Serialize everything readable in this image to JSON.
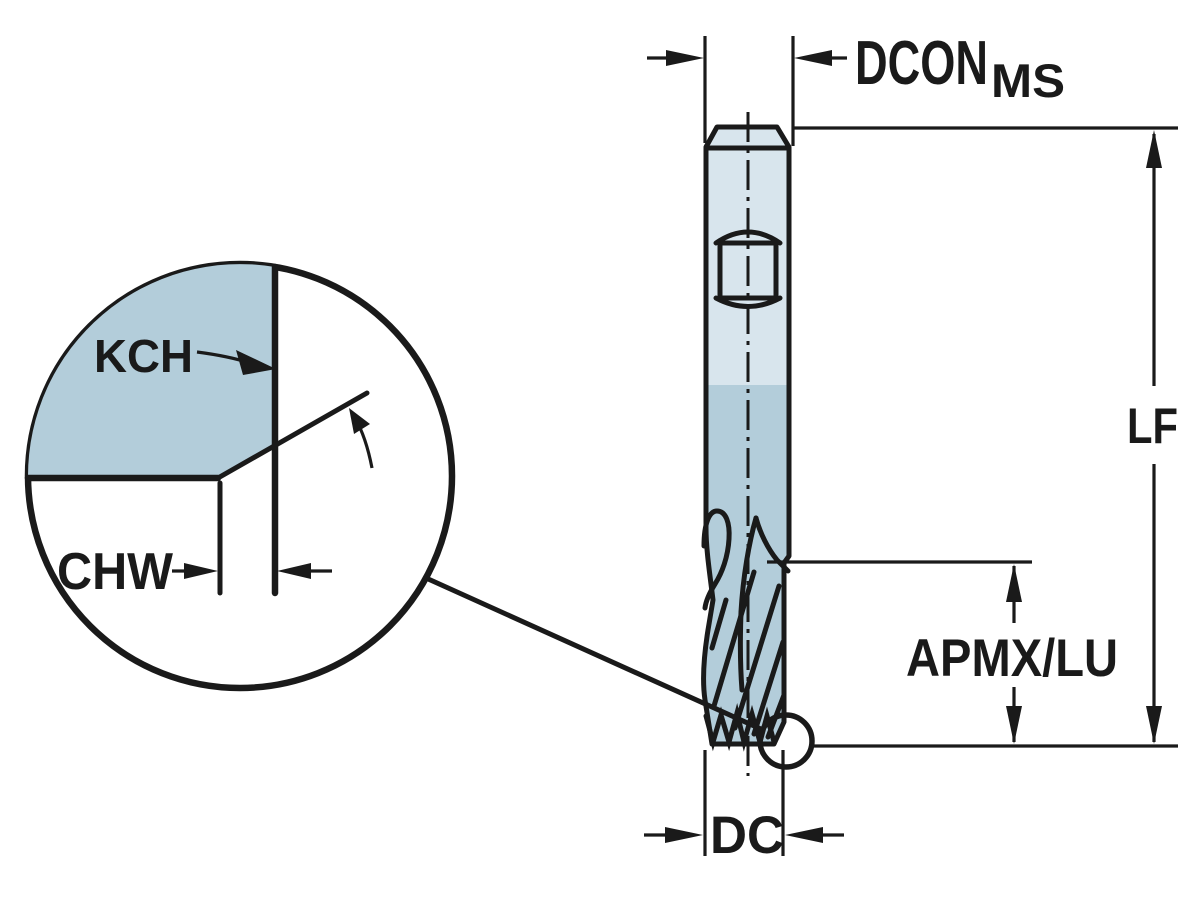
{
  "figure": {
    "kind": "tool-dimension-diagram",
    "labels": {
      "shank_diameter": "DCON",
      "shank_diameter_sub": "MS",
      "functional_length": "LF",
      "usable_length": "APMX/LU",
      "cutting_diameter": "DC",
      "chamfer_angle": "KCH",
      "chamfer_width": "CHW"
    },
    "colors": {
      "line": "#1a1a1a",
      "shank_fill": "#d8e5ed",
      "flute_fill": "#b3cdda",
      "background": "#ffffff"
    }
  }
}
